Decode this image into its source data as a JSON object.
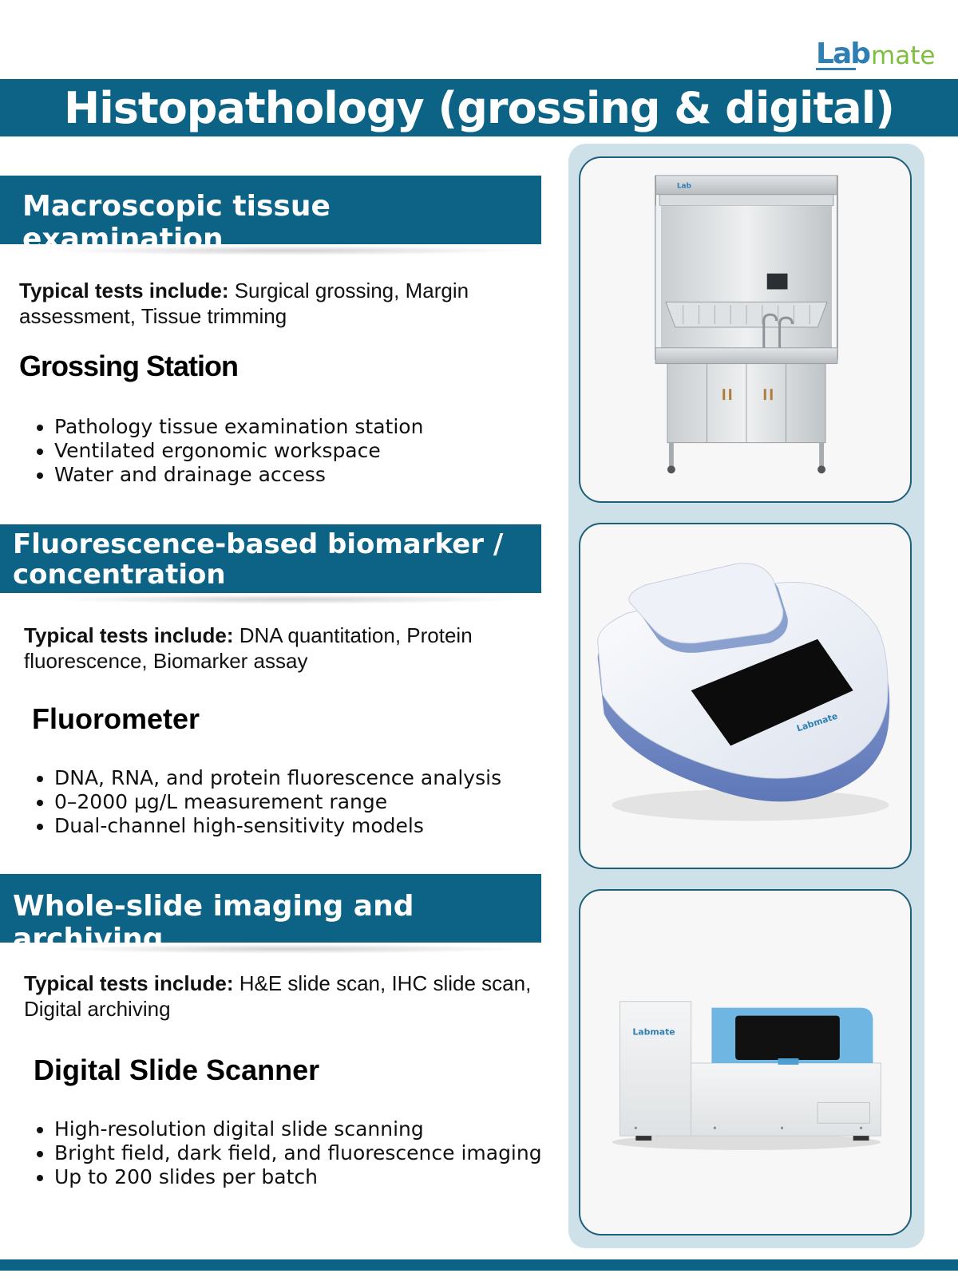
{
  "logo": {
    "part1": "Lab",
    "part2": "mate"
  },
  "title": "Histopathology (grossing & digital)",
  "sections": [
    {
      "heading": "Macroscopic tissue examination",
      "typical_label": "Typical tests include:",
      "typical_text": " Surgical grossing, Margin assessment, Tissue trimming",
      "product": "Grossing Station",
      "bullets": [
        "Pathology tissue examination station",
        "Ventilated ergonomic workspace",
        "Water and drainage access"
      ]
    },
    {
      "heading": "Fluorescence-based biomarker / concentration",
      "typical_label": "Typical tests include:",
      "typical_text": " DNA quantitation, Protein fluorescence, Biomarker assay",
      "product": "Fluorometer",
      "bullets": [
        "DNA, RNA, and protein fluorescence analysis",
        "0–2000 µg/L measurement range",
        "Dual-channel high-sensitivity models"
      ]
    },
    {
      "heading": "Whole-slide imaging and archiving",
      "typical_label": "Typical tests include:",
      "typical_text": " H&E slide scan, IHC slide scan, Digital archiving",
      "product": "Digital Slide Scanner",
      "bullets": [
        "High-resolution digital slide scanning",
        "Bright field, dark field, and fluorescence imaging",
        "Up to 200 slides per batch"
      ]
    }
  ],
  "colors": {
    "brand": "#0d6385",
    "panel": "#cfe1e8",
    "logo_blue": "#2f7fb4",
    "logo_green": "#7fbf3f"
  }
}
